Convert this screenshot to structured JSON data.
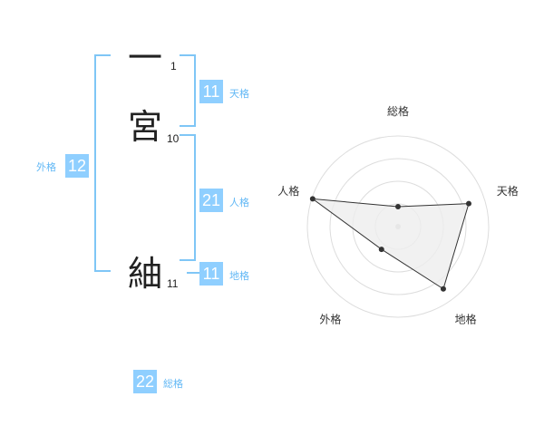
{
  "name": {
    "chars": [
      {
        "char": "一",
        "strokes": "1"
      },
      {
        "char": "宮",
        "strokes": "10"
      },
      {
        "char": "紬",
        "strokes": "11"
      }
    ]
  },
  "kaku": {
    "tenkaku": {
      "value": "11",
      "label": "天格"
    },
    "jinkaku": {
      "value": "21",
      "label": "人格"
    },
    "chikaku": {
      "value": "11",
      "label": "地格"
    },
    "gaikaku": {
      "value": "12",
      "label": "外格"
    },
    "soukaku": {
      "value": "22",
      "label": "総格"
    }
  },
  "chart_data": {
    "type": "radar",
    "axes": [
      "総格",
      "天格",
      "地格",
      "外格",
      "人格"
    ],
    "values": [
      0.22,
      0.82,
      0.85,
      0.31,
      0.99
    ],
    "rings": 4,
    "colors": {
      "fill": "#eeeeee",
      "line": "#333333",
      "grid": "#dddddd",
      "point": "#333333"
    }
  }
}
